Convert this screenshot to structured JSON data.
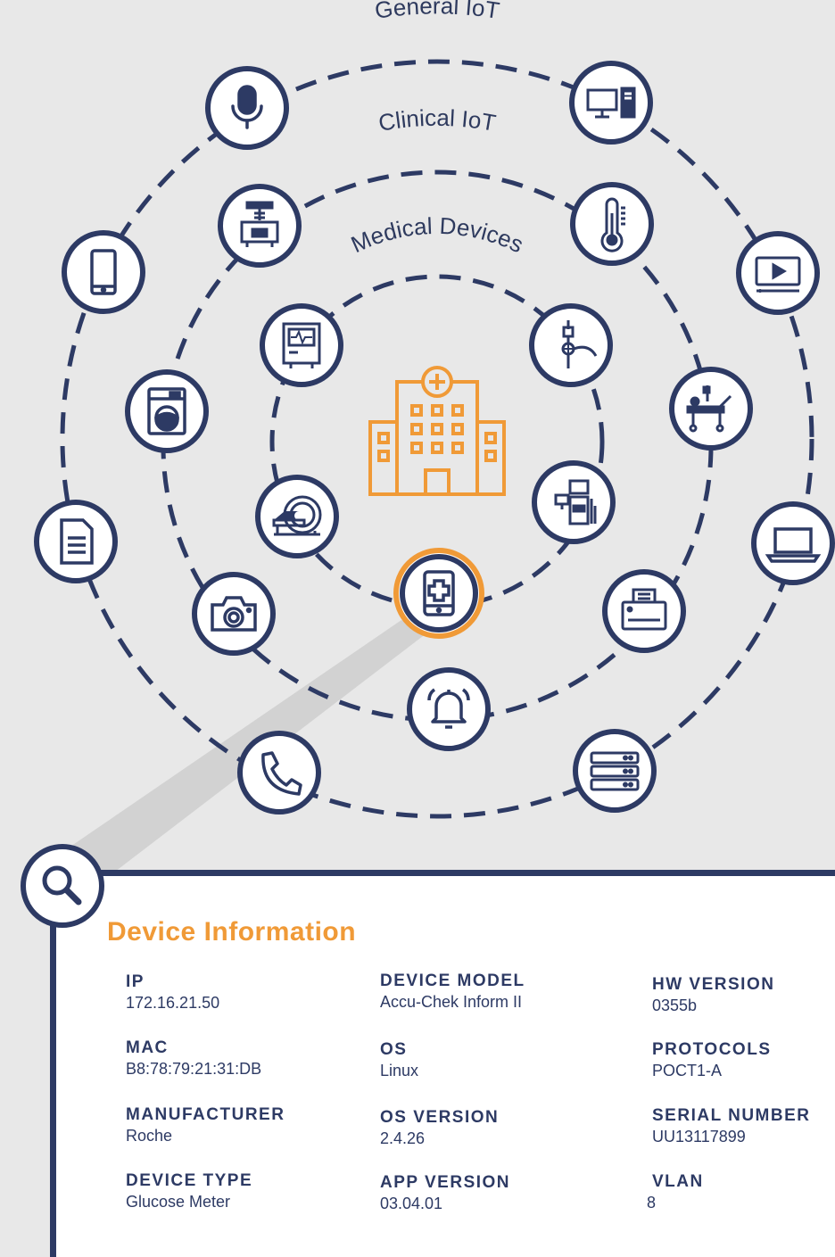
{
  "rings": {
    "general": "General IoT",
    "clinical": "Clinical IoT",
    "medical": "Medical Devices"
  },
  "panel": {
    "title": "Device Information",
    "fields": [
      {
        "label": "IP",
        "value": "172.16.21.50"
      },
      {
        "label": "MAC",
        "value": "B8:78:79:21:31:DB"
      },
      {
        "label": "MANUFACTURER",
        "value": "Roche"
      },
      {
        "label": "DEVICE TYPE",
        "value": "Glucose Meter"
      },
      {
        "label": "DEVICE MODEL",
        "value": "Accu-Chek Inform II"
      },
      {
        "label": "OS",
        "value": "Linux"
      },
      {
        "label": "OS VERSION",
        "value": "2.4.26"
      },
      {
        "label": "APP VERSION",
        "value": "03.04.01"
      },
      {
        "label": "HW VERSION",
        "value": "0355b"
      },
      {
        "label": "PROTOCOLS",
        "value": "POCT1-A"
      },
      {
        "label": "SERIAL NUMBER",
        "value": "UU13117899"
      },
      {
        "label": "VLAN",
        "value": "8"
      }
    ]
  },
  "colors": {
    "navy": "#2d3a64",
    "orange": "#f09a37",
    "background": "#e8e8e8"
  },
  "icons": {
    "general": [
      "microphone-icon",
      "desktop-computer-icon",
      "smartphone-icon",
      "video-player-icon",
      "document-icon",
      "laptop-icon",
      "phone-icon",
      "server-icon"
    ],
    "clinical": [
      "xray-machine-icon",
      "thermometer-icon",
      "washing-machine-icon",
      "hospital-bed-icon",
      "camera-icon",
      "printer-icon",
      "alarm-bell-icon"
    ],
    "medical": [
      "patient-monitor-icon",
      "iv-infusion-icon",
      "mri-scanner-icon",
      "lab-analyzer-icon",
      "glucose-meter-icon"
    ],
    "center": "hospital-building-icon",
    "search": "search-icon"
  }
}
